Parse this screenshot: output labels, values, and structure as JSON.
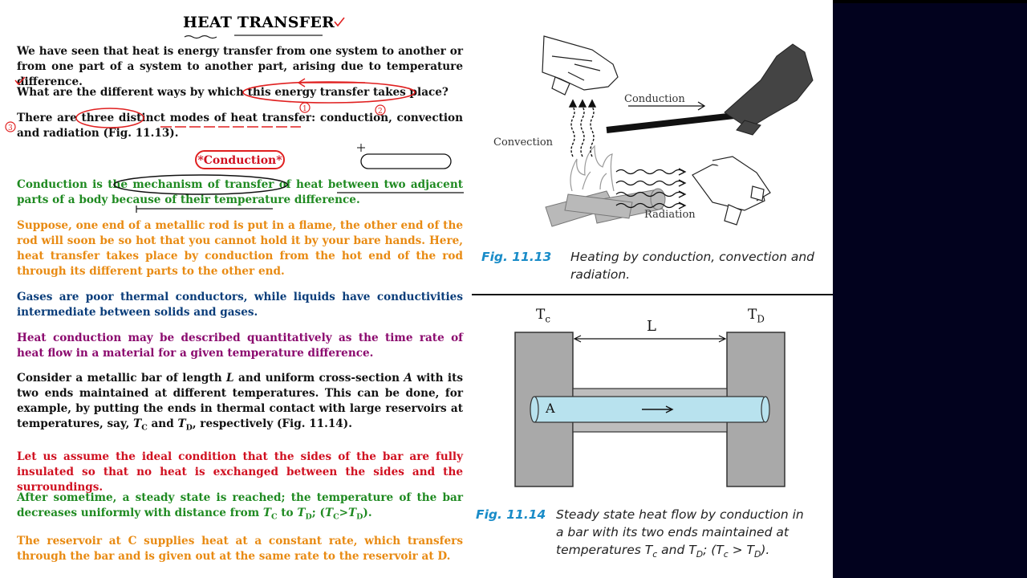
{
  "document": {
    "title": "HEAT TRANSFER",
    "paragraphs": {
      "p1": "We have seen that heat is energy transfer from one system to another or from one part of a system to another part, arising due to temperature difference.",
      "p2": "What are the different ways by which this energy transfer takes place?",
      "p3": "There are three distinct modes of heat transfer: conduction, convection and radiation (Fig. 11.13).",
      "section_heading": "*Conduction*",
      "p4": "Conduction is the mechanism of transfer of heat between two adjacent parts of a body because of their temperature difference.",
      "p5": "Suppose, one end of a metallic rod is put in a flame, the other end of the rod will soon be so hot that you cannot hold it by your bare hands. Here, heat transfer takes place by conduction from the hot end of the rod through its different parts to the other end.",
      "p6": "Gases are poor thermal conductors, while liquids have conductivities intermediate between solids and gases.",
      "p7": "Heat conduction may be described quantitatively as the time rate of heat flow in a material for a given temperature difference.",
      "p8_a": "Consider a metallic bar of length ",
      "p8_L": "L",
      "p8_b": " and uniform cross-section ",
      "p8_A": "A",
      "p8_c": " with its two ends maintained at different temperatures. This can be done, for example, by putting the ends in thermal contact with large reservoirs at temperatures, say, ",
      "p8_TC": "T",
      "p8_TC_sub": "C",
      "p8_d": " and ",
      "p8_TD": "T",
      "p8_TD_sub": "D",
      "p8_e": ", respectively (Fig. 11.14).",
      "p9": "Let us assume the ideal condition that the sides of the bar are fully insulated so that no heat is exchanged between the sides and the surroundings.",
      "p10_a": "After sometime, a steady state is reached; the temperature of the bar decreases uniformly with distance from ",
      "p10_T1": "T",
      "p10_T1_sub": "C",
      "p10_b": " to ",
      "p10_T2": "T",
      "p10_T2_sub": "D",
      "p10_c": "; (",
      "p10_T3": "T",
      "p10_T3_sub": "C",
      "p10_d": ">",
      "p10_T4": "T",
      "p10_T4_sub": "D",
      "p10_e": ").",
      "p11": "The reservoir at C supplies heat at a constant rate, which transfers through the bar and is given out at the same rate to the reservoir at D."
    },
    "annotations": {
      "circle_1": "1",
      "circle_2": "2",
      "circle_3": "3"
    }
  },
  "figure_1": {
    "number": "Fig. 11.13",
    "caption": "Heating by conduction, convection and radiation.",
    "labels": {
      "conduction": "Conduction",
      "convection": "Convection",
      "radiation": "Radiation"
    }
  },
  "figure_2": {
    "number": "Fig. 11.14",
    "caption_line1": "Steady state heat flow by conduction in",
    "caption_line2": "a bar with its two ends maintained at",
    "caption_line3_a": "temperatures T",
    "caption_line3_sub1": "c",
    "caption_line3_b": " and T",
    "caption_line3_sub2": "D",
    "caption_line3_c": "; (T",
    "caption_line3_sub3": "c",
    "caption_line3_d": " > T",
    "caption_line3_sub4": "D",
    "caption_line3_e": ").",
    "labels": {
      "tc": "T",
      "tc_sub": "c",
      "td": "T",
      "td_sub": "D",
      "length": "L",
      "area": "A"
    }
  },
  "colors": {
    "black": "#111111",
    "green": "#1f8a21",
    "orange": "#e88a12",
    "blue": "#0a3d7a",
    "purple": "#8b0a6e",
    "red": "#d01020",
    "caption_blue": "#1a8cc8",
    "annotation_red": "#e02020"
  }
}
